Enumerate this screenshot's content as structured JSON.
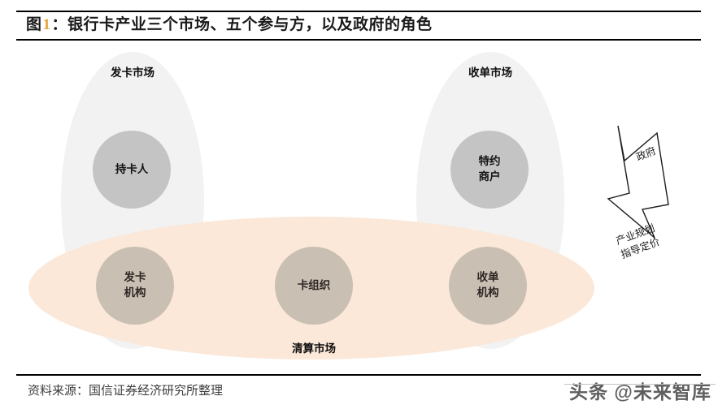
{
  "figure": {
    "label": "图",
    "number": "1",
    "colon": "：",
    "title": "银行卡产业三个市场、五个参与方，以及政府的角色",
    "accent_color": "#e8a33d"
  },
  "source": {
    "text": "资料来源：国信证券经济研究所整理"
  },
  "watermark": {
    "text": "头条 @未来智库"
  },
  "diagram": {
    "markets": [
      {
        "id": "issuing",
        "label": "发卡市场",
        "color": "#f2f2f2"
      },
      {
        "id": "acquiring",
        "label": "收单市场",
        "color": "#f2f2f2"
      },
      {
        "id": "clearing",
        "label": "清算市场",
        "color": "#fbe8d9"
      }
    ],
    "participants": [
      {
        "id": "cardholder",
        "label": "持卡人",
        "color": "#c4c4c4",
        "market": "issuing"
      },
      {
        "id": "merchant",
        "label": "特约\n商户",
        "color": "#c4c4c4",
        "market": "acquiring"
      },
      {
        "id": "issuer",
        "label": "发卡\n机构",
        "color": "#cabfb3",
        "market": "clearing"
      },
      {
        "id": "card-network",
        "label": "卡组织",
        "color": "#cabfb3",
        "market": "clearing"
      },
      {
        "id": "acquirer",
        "label": "收单\n机构",
        "color": "#cabfb3",
        "market": "clearing"
      }
    ],
    "government": {
      "label": "政府",
      "note": "产业规划\n指导定价",
      "outline_color": "#1c1c1c"
    }
  }
}
